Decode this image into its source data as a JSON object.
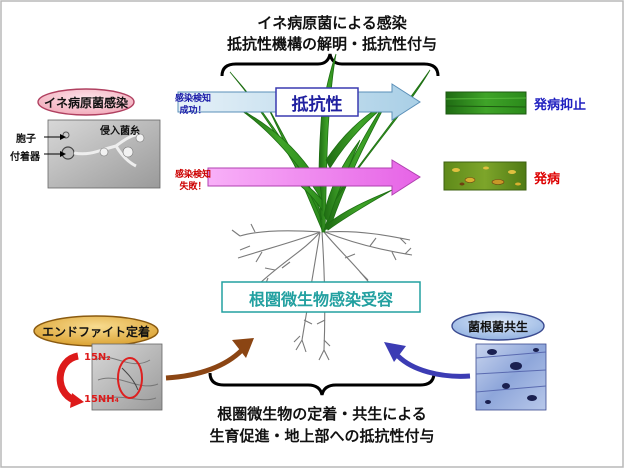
{
  "top_title": {
    "line1": "イネ病原菌による感染",
    "line2": "抵抗性機構の解明・抵抗性付与"
  },
  "infection_label": "イネ病原菌感染",
  "spore_label": "胞子",
  "appressorium_label": "付着器",
  "hypha_label": "侵入菌糸",
  "detect_success": {
    "line1": "感染検知",
    "line2": "成功！"
  },
  "detect_fail": {
    "line1": "感染検知",
    "line2": "失敗！"
  },
  "resistance_label": "抵抗性",
  "suppression_label": "発病抑止",
  "disease_label": "発病",
  "rhizosphere_label": "根圏微生物感染受容",
  "endophyte_label": "エンドファイト定着",
  "mycorrhiza_label": "菌根菌共生",
  "n15_label": "15N₂",
  "nh4_label": "15NH₄",
  "bottom_text": {
    "line1": "根圏微生物の定着・共生による",
    "line2": "生育促進・地上部への抵抗性付与"
  },
  "colors": {
    "leaf": "#2f9a1f",
    "leaf_dark": "#1d6e12",
    "success_arrow": "#c9e3f2",
    "fail_arrow": "#f07ff0",
    "endophyte_arrow": "#8b4513",
    "mycorrhiza_arrow": "#3c3cb4",
    "pink_badge": "#f6c1cc",
    "blue_badge": "#aac4ea",
    "gold_badge": "#e8b84c",
    "rhizo_text": "#22a0a0"
  }
}
